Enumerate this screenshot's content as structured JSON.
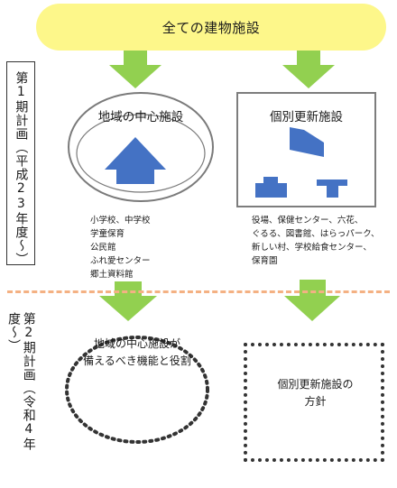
{
  "top": {
    "title": "全ての建物施設"
  },
  "phase1": {
    "label": "第1期計画（平成23年度〜）"
  },
  "phase2": {
    "label": "第2期計画（令和4年度〜）"
  },
  "hub": {
    "title": "地域の中心施設",
    "facilities": [
      "小学校、中学校",
      "学童保育",
      "公民館",
      "ふれ愛センター",
      "郷土資料館"
    ]
  },
  "individual": {
    "title": "個別更新施設",
    "facilities": [
      "役場、保健センター、六花、",
      "ぐるる、図書館、はらっパーク、",
      "新しい村、学校給食センター、",
      "保育園"
    ]
  },
  "future": {
    "hub_line1": "地域の中心施設が",
    "hub_line2": "備えるべき機能と役割",
    "ind_line1": "個別更新施設の",
    "ind_line2": "方針"
  },
  "colors": {
    "banner": "#fdf78a",
    "arrow": "#92d050",
    "house": "#4472c4",
    "divider": "#f4b183"
  }
}
